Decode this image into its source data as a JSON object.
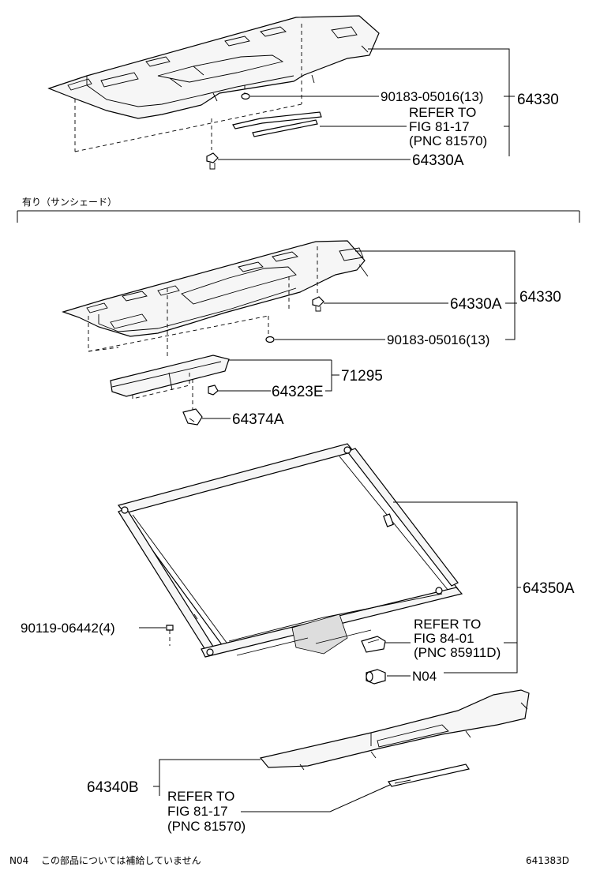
{
  "section1": {
    "callout_screw": "90183-05016(13)",
    "refer_line1": "REFER TO",
    "refer_line2": "FIG 81-17",
    "refer_line3": "(PNC 81570)",
    "group_part": "64330",
    "clip_part": "64330A"
  },
  "section_divider_label": "有り（サンシェード）",
  "section2": {
    "clip_part": "64330A",
    "group_part": "64330",
    "callout_screw": "90183-05016(13)",
    "cover_group": "71295",
    "hook_part": "64323E",
    "bracket_part": "64374A"
  },
  "section3": {
    "screw_callout": "90119-06442(4)",
    "sunshade_part": "64350A",
    "refer_line1": "REFER TO",
    "refer_line2": "FIG 84-01",
    "refer_line3": "(PNC 85911D)",
    "no_supply_code": "N04"
  },
  "section4": {
    "trim_part": "64340B",
    "refer_line1": "REFER TO",
    "refer_line2": "FIG 81-17",
    "refer_line3": "(PNC 81570)"
  },
  "footer": {
    "note_code": "N04",
    "note_text": "この部品については補給していません",
    "figure_number": "641383D"
  }
}
